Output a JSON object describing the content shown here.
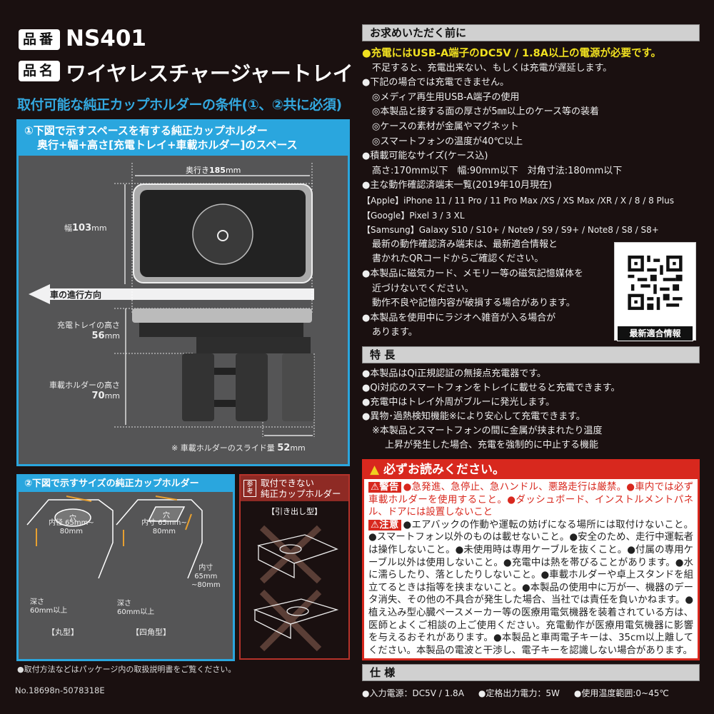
{
  "header": {
    "model_label": "品番",
    "model_number": "NS401",
    "name_label": "品名",
    "product_name": "ワイヤレスチャージャートレイ"
  },
  "conditions_title": "取付可能な純正カップホルダーの条件(①、②共に必須)",
  "condition1": {
    "title_line1": "①下図で示すスペースを有する純正カップホルダー",
    "title_line2": "奥行+幅+高さ[充電トレイ+車載ホルダー]のスペース",
    "depth_label": "奥行き",
    "depth_value": "185",
    "width_label": "幅",
    "width_value": "103",
    "unit": "mm",
    "direction_label": "車の進行方向",
    "tray_height_label": "充電トレイの高さ",
    "tray_height_value": "56",
    "holder_height_label": "車載ホルダーの高さ",
    "holder_height_value": "70",
    "slide_label": "※ 車載ホルダーのスライド量",
    "slide_value": "52"
  },
  "condition2": {
    "title": "②下図で示すサイズの純正カップホルダー",
    "round": {
      "inner_label": "内径 65mm~",
      "inner_label2": "80mm",
      "hole": "穴",
      "depth_label": "深さ",
      "depth_value": "60mm以上",
      "type": "【丸型】"
    },
    "square": {
      "inner_label": "内寸 65mm~",
      "inner_label2": "80mm",
      "hole": "穴",
      "side_label1": "内寸",
      "side_label2": "65mm",
      "side_label3": "~80mm",
      "depth_label": "深さ",
      "depth_value": "60mm以上",
      "type": "【四角型】"
    }
  },
  "reference": {
    "tag": "参考",
    "title_line1": "取付できない",
    "title_line2": "純正カップホルダー",
    "type": "【引き出し型】"
  },
  "footnote": "●取付方法などはパッケージ内の取扱説明書をご覧ください。",
  "product_code": "No.18698n-5078318E",
  "before_use": {
    "title": "お求めいただく前に",
    "power_requirement": "●充電にはUSB-A端子のDC5V / 1.8A以上の電源が必要です。",
    "lines": [
      "不足すると、充電出来ない、もしくは充電が遅延します。",
      "●下記の場合では充電できません。",
      "◎メディア再生用USB-A端子の使用",
      "◎本製品と接する面の厚さが5㎜以上のケース等の装着",
      "◎ケースの素材が金属やマグネット",
      "◎スマートフォンの温度が40℃以上",
      "●積載可能なサイズ(ケース込)",
      "高さ:170mm以下　幅:90mm以下　対角寸法:180mm以下",
      "●主な動作確認済端末一覧(2019年10月現在)"
    ],
    "devices": [
      "【Apple】iPhone 11 / 11 Pro / 11 Pro Max /XS / XS Max /XR / X / 8 / 8 Plus",
      "【Google】Pixel 3 / 3 XL",
      "【Samsung】Galaxy S10 / S10+ / Note9 / S9 / S9+ / Note8 / S8 / S8+"
    ],
    "lines2": [
      "最新の動作確認済み端末は、最新適合情報と",
      "書かれたQRコードからご確認ください。",
      "●本製品に磁気カード、メモリー等の磁気記憶媒体を",
      "近づけないでください。",
      "動作不良や記憶内容が破損する場合があります。",
      "●本製品を使用中にラジオへ雑音が入る場合が",
      "あります。"
    ],
    "qr_label": "最新適合情報"
  },
  "features": {
    "title": "特 長",
    "lines": [
      "●本製品はQi正規認証の無接点充電器です。",
      "●Qi対応のスマートフォンをトレイに載せると充電できます。",
      "●充電中はトレイ外周がブルーに発光します。",
      "●異物･過熱検知機能※により安心して充電できます。",
      "※本製品とスマートフォンの間に金属が挟まれたり温度",
      "上昇が発生した場合、充電を強制的に中止する機能"
    ]
  },
  "warning": {
    "title": "必ずお読みください。",
    "warning_tag": "警告",
    "warning_text": "●急発進、急停止、急ハンドル、悪路走行は厳禁。●車内では必ず車載ホルダーを使用すること。●ダッシュボード、インストルメントパネル、ドアには設置しないこと",
    "caution_tag": "注意",
    "caution_text": "●エアバックの作動や運転の妨げになる場所には取付けないこと。●スマートフォン以外のものは載せないこと。●安全のため、走行中運転者は操作しないこと。●未使用時は専用ケーブルを抜くこと。●付属の専用ケーブル以外は使用しないこと。●充電中は熱を帯びることがあります。●水に濡らしたり、落としたりしないこと。●車載ホルダーや卓上スタンドを組立てるときは指等を挟まないこと。●本製品の使用中に万が一、機器のデータ消失、その他の不具合が発生した場合、当社では責任を負いかねます。●植え込み型心臓ペースメーカー等の医療用電気機器を装着されている方は、医師とよくご相談の上ご使用ください。充電動作が医療用電気機器に影響を与えるおそれがあります。●本製品と車両電子キーは、35cm以上離してください。本製品の電波と干渉し、電子キーを認識しない場合があります。"
  },
  "specs": {
    "title": "仕 様",
    "items": [
      "●入力電源：DC5V / 1.8A",
      "●定格出力電力：5W",
      "●使用温度範囲:0~45℃"
    ]
  },
  "colors": {
    "background": "#1a1010",
    "accent_blue": "#2aa6de",
    "warning_red": "#d8281e",
    "highlight_yellow": "#f0e020"
  },
  "icons": [
    "warning-triangle-icon",
    "qr-code",
    "no-entry-cross"
  ]
}
